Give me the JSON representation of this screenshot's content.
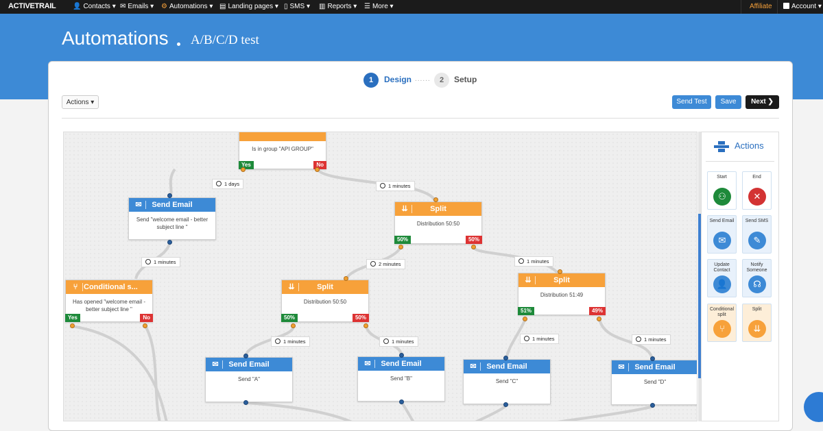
{
  "nav": {
    "logo": "ACTIVETRAIL",
    "items": [
      {
        "icon": "user-icon",
        "glyph": "👤",
        "label": "Contacts ▾"
      },
      {
        "icon": "mail-icon",
        "glyph": "✉",
        "label": "Emails ▾"
      },
      {
        "icon": "automation-icon",
        "glyph": "⚙",
        "label": "Automations ▾"
      },
      {
        "icon": "page-icon",
        "glyph": "▤",
        "label": "Landing pages ▾"
      },
      {
        "icon": "phone-icon",
        "glyph": "▯",
        "label": "SMS ▾"
      },
      {
        "icon": "chart-icon",
        "glyph": "▥",
        "label": "Reports ▾"
      },
      {
        "icon": "more-icon",
        "glyph": "☰",
        "label": "More ▾"
      }
    ],
    "affiliate": "Affiliate",
    "account": "Account ▾",
    "affiliate_color": "#f7a13a"
  },
  "header": {
    "title": "Automations",
    "subtitle": "A/B/C/D test"
  },
  "steps": [
    {
      "num": "1",
      "label": "Design",
      "active": true
    },
    {
      "num": "2",
      "label": "Setup",
      "active": false
    }
  ],
  "toolbar": {
    "actions": "Actions ▾",
    "send_test": "Send Test",
    "save": "Save",
    "next": "Next ❯"
  },
  "colors": {
    "primary": "#3d8ad6",
    "orange": "#f7a13a",
    "yes": "#1e8a3a",
    "no": "#d33333"
  },
  "canvas": {
    "nodes": [
      {
        "id": "n0",
        "type": "orange",
        "title": "",
        "body": "Is in group \"API GROUP\"",
        "badges": [
          "Yes",
          "No"
        ]
      },
      {
        "id": "n1",
        "type": "blue",
        "title": "Send Email",
        "body": "Send \"welcome email - better subject line \"",
        "badges": []
      },
      {
        "id": "n2",
        "type": "orange",
        "title": "Split",
        "body": "Distribution 50:50",
        "badges": [
          "50%",
          "50%"
        ]
      },
      {
        "id": "n3",
        "type": "orange",
        "title": "Conditional s...",
        "body": "Has opened \"welcome email - better subject line \"",
        "badges": [
          "Yes",
          "No"
        ]
      },
      {
        "id": "n4",
        "type": "orange",
        "title": "Split",
        "body": "Distribution 50:50",
        "badges": [
          "50%",
          "50%"
        ]
      },
      {
        "id": "n5",
        "type": "orange",
        "title": "Split",
        "body": "Distribution 51:49",
        "badges": [
          "51%",
          "49%"
        ]
      },
      {
        "id": "n6",
        "type": "blue",
        "title": "Send Email",
        "body": "Send \"A\"",
        "badges": []
      },
      {
        "id": "n7",
        "type": "blue",
        "title": "Send Email",
        "body": "Send \"B\"",
        "badges": []
      },
      {
        "id": "n8",
        "type": "blue",
        "title": "Send Email",
        "body": "Send \"C\"",
        "badges": []
      },
      {
        "id": "n9",
        "type": "blue",
        "title": "Send Email",
        "body": "Send \"D\"",
        "badges": []
      }
    ],
    "delays": [
      "1 days",
      "1 minutes",
      "1 minutes",
      "2 minutes",
      "1 minutes",
      "1 minutes",
      "1 minutes",
      "1 minutes",
      "1 minutes"
    ]
  },
  "sidebar": {
    "title": "Actions",
    "tiles": [
      {
        "label": "Start",
        "icon": "start-icon",
        "glyph": "⚇",
        "color": "#1e8a3a",
        "bg": "#ffffff"
      },
      {
        "label": "End",
        "icon": "end-icon",
        "glyph": "✕",
        "color": "#d33333",
        "bg": "#ffffff"
      },
      {
        "label": "Send Email",
        "icon": "mail-icon",
        "glyph": "✉",
        "color": "#3d8ad6",
        "bg": "#e8f1fb"
      },
      {
        "label": "Send SMS",
        "icon": "sms-icon",
        "glyph": "✎",
        "color": "#3d8ad6",
        "bg": "#e8f1fb"
      },
      {
        "label": "Update Contact",
        "icon": "contact-icon",
        "glyph": "👤",
        "color": "#3d8ad6",
        "bg": "#e8f1fb"
      },
      {
        "label": "Notify Someone",
        "icon": "headset-icon",
        "glyph": "☊",
        "color": "#3d8ad6",
        "bg": "#e8f1fb"
      },
      {
        "label": "Conditional split",
        "icon": "conditional-icon",
        "glyph": "⑂",
        "color": "#f7a13a",
        "bg": "#fdeed8"
      },
      {
        "label": "Split",
        "icon": "split-icon",
        "glyph": "⇊",
        "color": "#f7a13a",
        "bg": "#fdeed8"
      }
    ]
  }
}
